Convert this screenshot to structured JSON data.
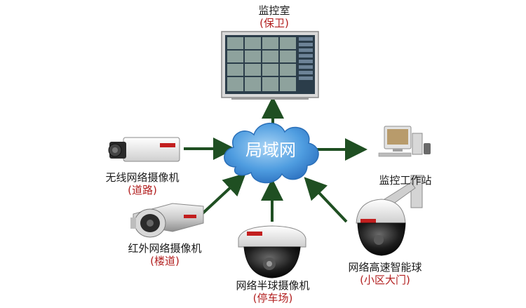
{
  "center": {
    "label": "局域网"
  },
  "monitor_room": {
    "title": "监控室",
    "subtitle": "(保卫)"
  },
  "workstation": {
    "title": "监控工作站"
  },
  "devices": {
    "wireless_camera": {
      "title": "无线网络摄像机",
      "subtitle": "(道路)"
    },
    "infrared_camera": {
      "title": "红外网络摄像机",
      "subtitle": "(楼道)"
    },
    "dome_camera": {
      "title": "网络半球摄像机",
      "subtitle": "(停车场)"
    },
    "speed_dome": {
      "title": "网络高速智能球",
      "subtitle": "(小区大门)"
    }
  },
  "colors": {
    "arrow": "#1f4f22",
    "cloud": "#3f8fd6",
    "cloud_text": "#ffffff",
    "subtitle": "#b21f1f",
    "title": "#1a1a1a"
  },
  "icons": {
    "center": "network-cloud-icon",
    "monitor_room": "video-wall-monitor-icon",
    "workstation": "desktop-computer-icon",
    "wireless_camera": "box-camera-icon",
    "infrared_camera": "infrared-bullet-camera-icon",
    "dome_camera": "dome-camera-icon",
    "speed_dome": "ptz-speed-dome-icon"
  }
}
